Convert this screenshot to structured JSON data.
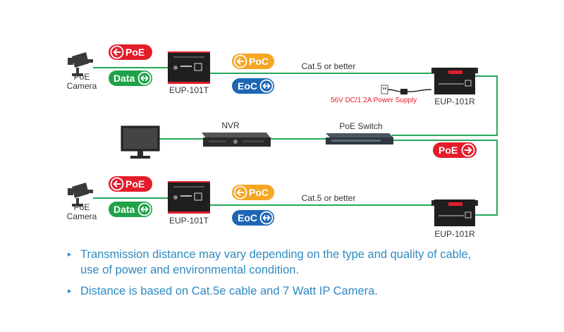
{
  "colors": {
    "red": "#e31d2b",
    "green": "#1fa24a",
    "orange": "#f5a623",
    "blue": "#1e66b4",
    "cable": "#25a85a",
    "device": "#1f1f1f",
    "note_text": "#2e8bc0"
  },
  "top_row": {
    "camera_label_line1": "PoE",
    "camera_label_line2": "Camera",
    "poe_pill": "PoE",
    "data_pill": "Data",
    "transmitter_label": "EUP-101T",
    "poc_pill": "PoC",
    "eoc_pill": "EoC",
    "cable_label": "Cat.5 or better",
    "receiver_label": "EUP-101R",
    "power_supply_label": "56V DC/1.2A Power Supply"
  },
  "middle_row": {
    "nvr_label": "NVR",
    "switch_label": "PoE Switch",
    "poe_pill": "PoE"
  },
  "bottom_row": {
    "camera_label_line1": "PoE",
    "camera_label_line2": "Camera",
    "poe_pill": "PoE",
    "data_pill": "Data",
    "transmitter_label": "EUP-101T",
    "poc_pill": "PoC",
    "eoc_pill": "EoC",
    "cable_label": "Cat.5 or better",
    "receiver_label": "EUP-101R"
  },
  "notes": [
    {
      "line1": "Transmission distance may vary depending on the type and quality of cable,",
      "line2": "use of power and environmental condition."
    },
    {
      "line1": "Distance is based on Cat.5e cable and 7 Watt IP Camera."
    }
  ],
  "icons": {
    "arrow_left": "arrow-left-icon",
    "arrow_right": "arrow-right-icon",
    "arrow_both": "arrow-both-icon",
    "bullet": "▸"
  }
}
